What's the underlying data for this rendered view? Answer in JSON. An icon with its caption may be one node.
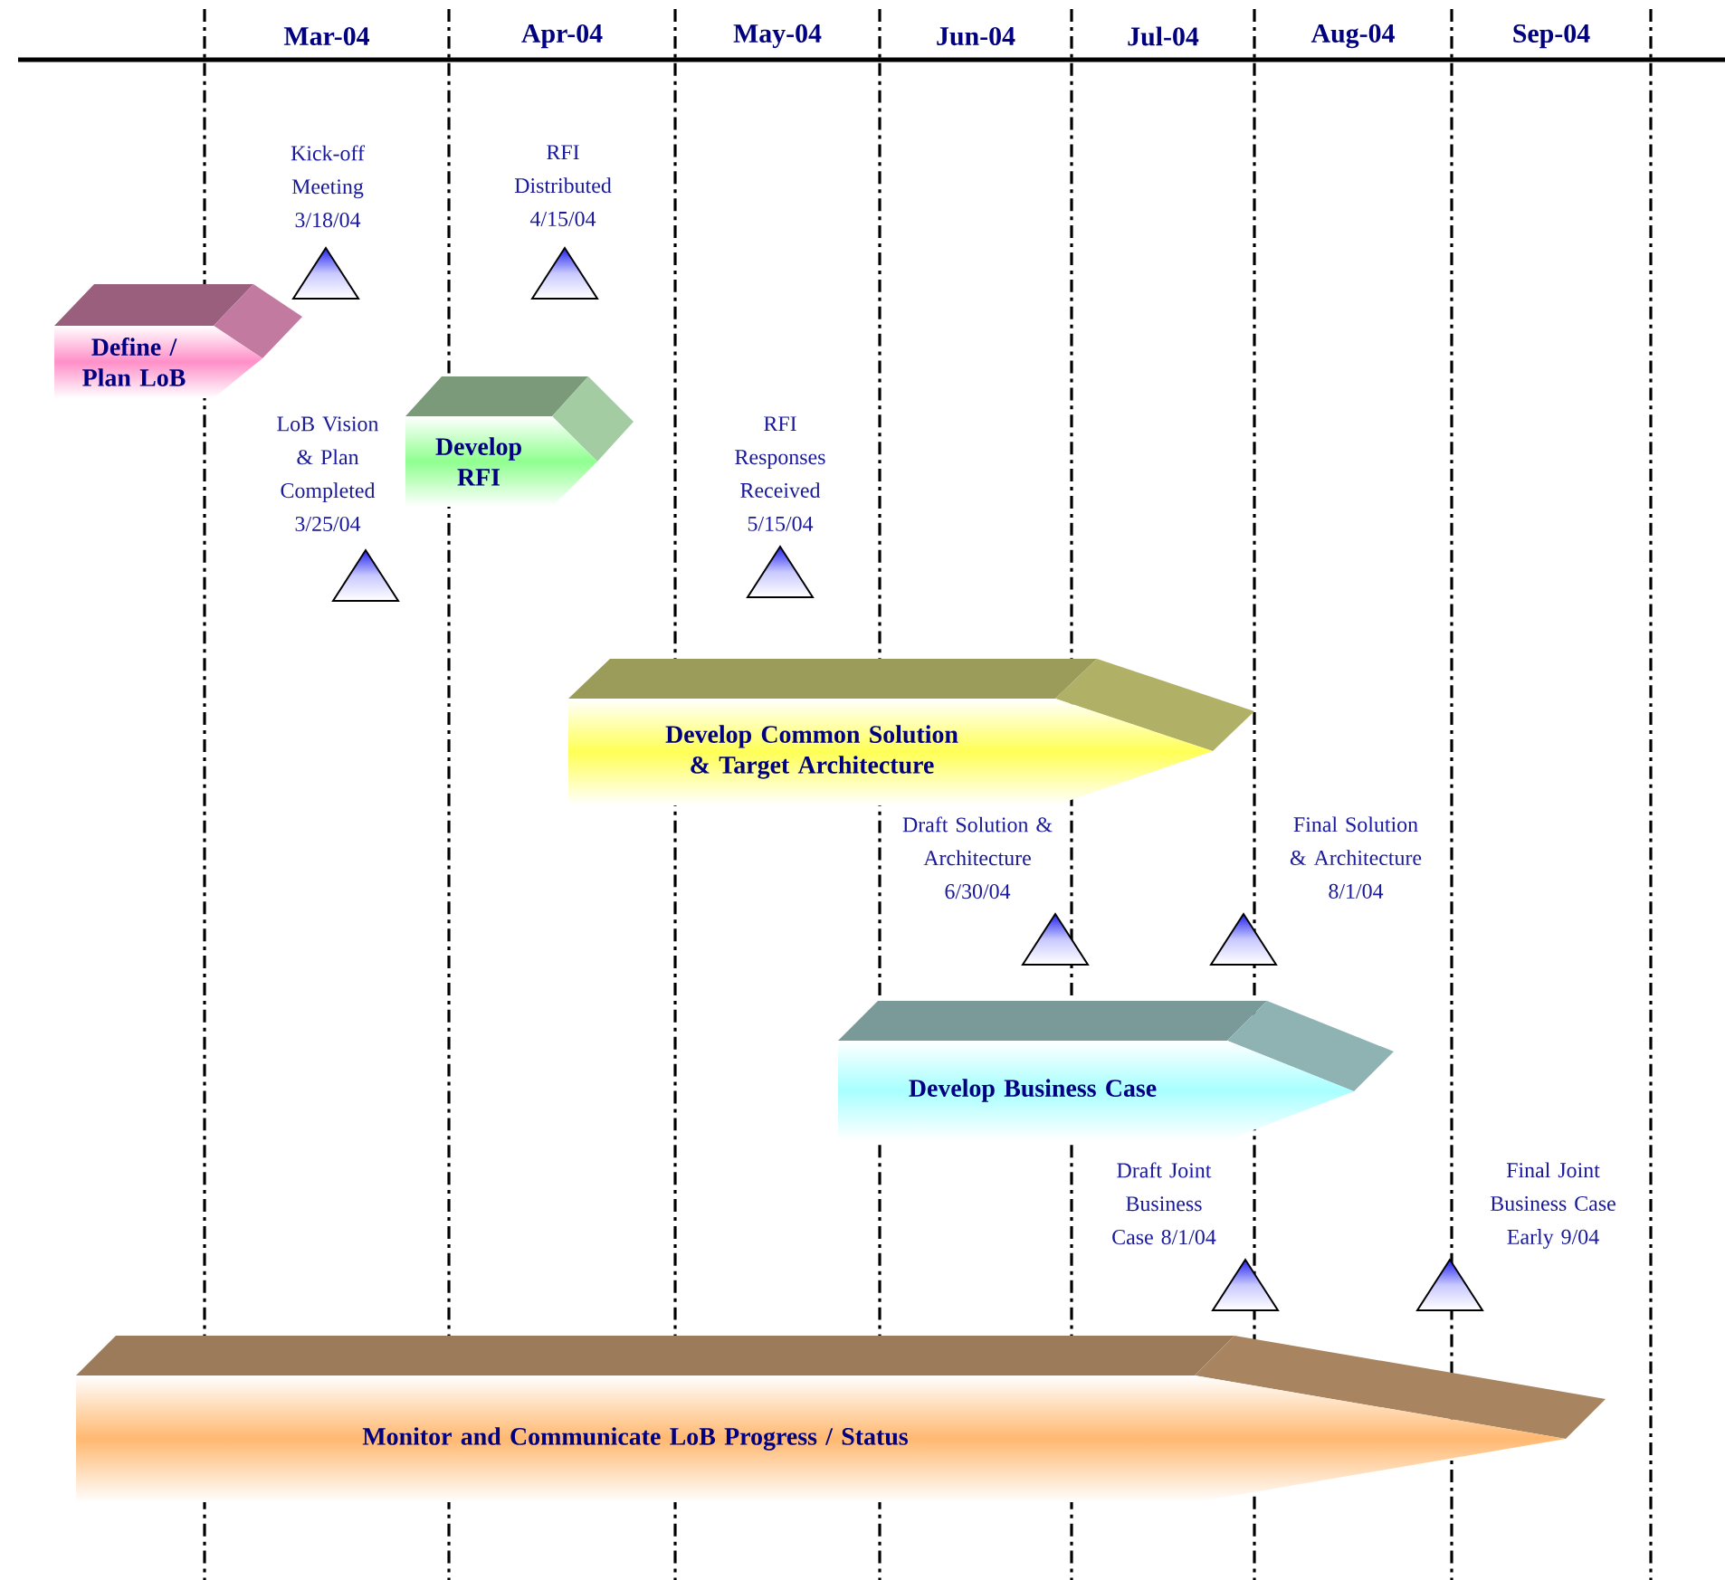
{
  "diagram": {
    "nodes": [
      {
        "text": [
          "Define / Plan LoB"
        ]
      },
      {
        "text": [],
        "shape": "triangle",
        "beside": [
          "Kick-off Meeting 3/18/04"
        ]
      },
      {
        "text": [],
        "shape": "triangle",
        "beside": [
          "RFI Distributed 4/15/04"
        ]
      },
      {
        "text": [
          "Develop RFI"
        ]
      },
      {
        "text": [],
        "shape": "triangle",
        "beside": [
          "LoB Vision & Plan Completed 3/25/04"
        ]
      },
      {
        "text": [],
        "shape": "triangle",
        "beside": [
          "RFI Responses Received 5/15/04"
        ]
      },
      {
        "text": [
          "Develop Common Solution & Target Architecture"
        ]
      },
      {
        "text": [],
        "shape": "triangle",
        "beside": [
          "Draft Solution & Architecture 6/30/04"
        ]
      },
      {
        "text": [],
        "shape": "triangle",
        "beside": [
          "Final Solution & Architecture 8/1/04"
        ]
      },
      {
        "text": [
          "Develop Business Case"
        ]
      },
      {
        "text": [],
        "shape": "triangle",
        "beside": [
          "Draft Joint Business Case 8/1/04"
        ]
      },
      {
        "text": [],
        "shape": "triangle",
        "beside": [
          "Final Joint Business Case Early 9/04"
        ]
      },
      {
        "text": [
          "Monitor and Communicate LoB Progress / Status"
        ]
      }
    ],
    "labels": [
      "Mar-04",
      "Apr-04",
      "May-04",
      "Jun-04",
      "Jul-04",
      "Aug-04",
      "Sep-04"
    ]
  }
}
